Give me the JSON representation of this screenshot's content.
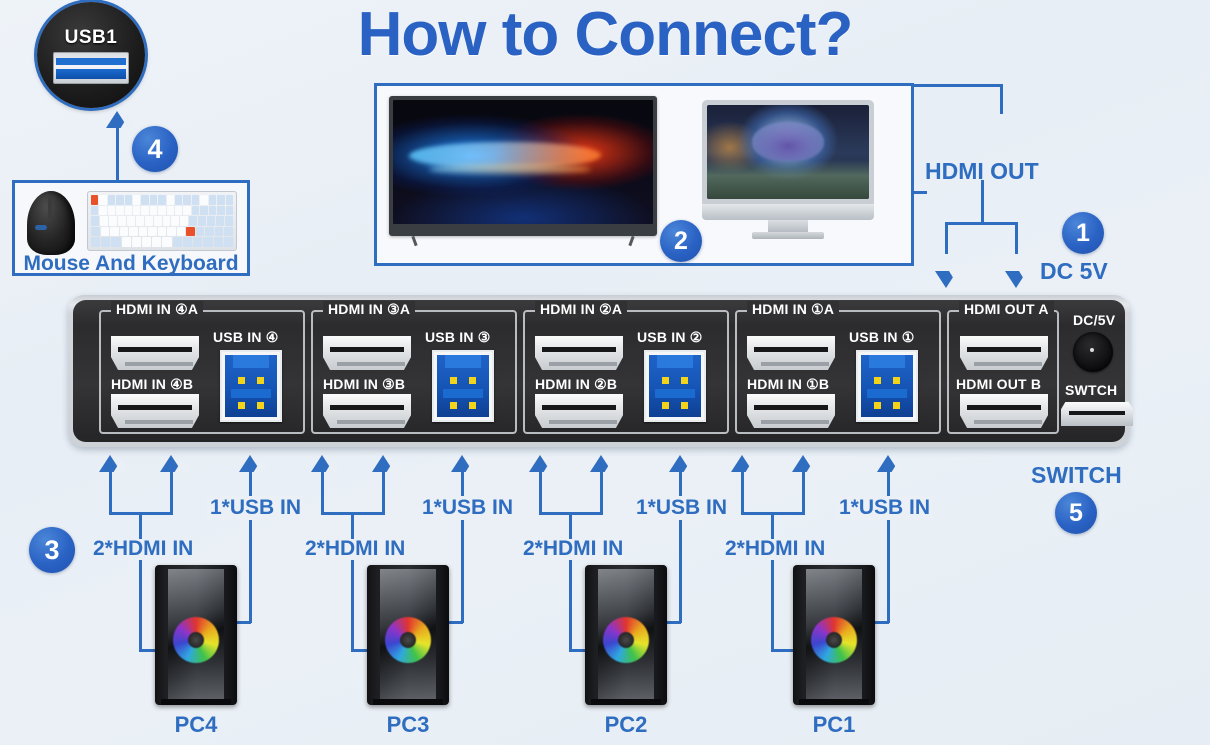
{
  "title": "How to Connect?",
  "callouts": {
    "usb1": {
      "label": "USB1",
      "icon": "usb-a-port-icon"
    },
    "mouse_keyboard": {
      "label": "Mouse And Keyboard",
      "badge": "4"
    },
    "displays": {
      "badge": "2",
      "out_label": "HDMI OUT"
    },
    "power": {
      "badge": "1",
      "label": "DC 5V"
    },
    "switch": {
      "badge": "5",
      "label": "SWITCH"
    },
    "sources": {
      "badge": "3"
    }
  },
  "device": {
    "groups": [
      {
        "title": "HDMI IN ④A",
        "port_b": "HDMI IN ④B",
        "usb": "USB IN ④"
      },
      {
        "title": "HDMI IN ③A",
        "port_b": "HDMI IN ③B",
        "usb": "USB IN ③"
      },
      {
        "title": "HDMI IN ②A",
        "port_b": "HDMI IN ②B",
        "usb": "USB IN ②"
      },
      {
        "title": "HDMI IN ①A",
        "port_b": "HDMI IN ①B",
        "usb": "USB IN ①"
      }
    ],
    "output_group": {
      "title": "HDMI OUT A",
      "port_b": "HDMI OUT B"
    },
    "power_label": "DC/5V",
    "switch_label": "SWTCH"
  },
  "connections": [
    {
      "hdmi": "2*HDMI IN",
      "usb": "1*USB IN",
      "pc": "PC4"
    },
    {
      "hdmi": "2*HDMI IN",
      "usb": "1*USB IN",
      "pc": "PC3"
    },
    {
      "hdmi": "2*HDMI IN",
      "usb": "1*USB IN",
      "pc": "PC2"
    },
    {
      "hdmi": "2*HDMI IN",
      "usb": "1*USB IN",
      "pc": "PC1"
    }
  ],
  "colors": {
    "accent_blue": "#2f6dc0",
    "title_blue": "#2a62c4",
    "device_dark": "#2c2c2e",
    "usb_blue": "#1554b4",
    "pin_yellow": "#f3d41a"
  }
}
